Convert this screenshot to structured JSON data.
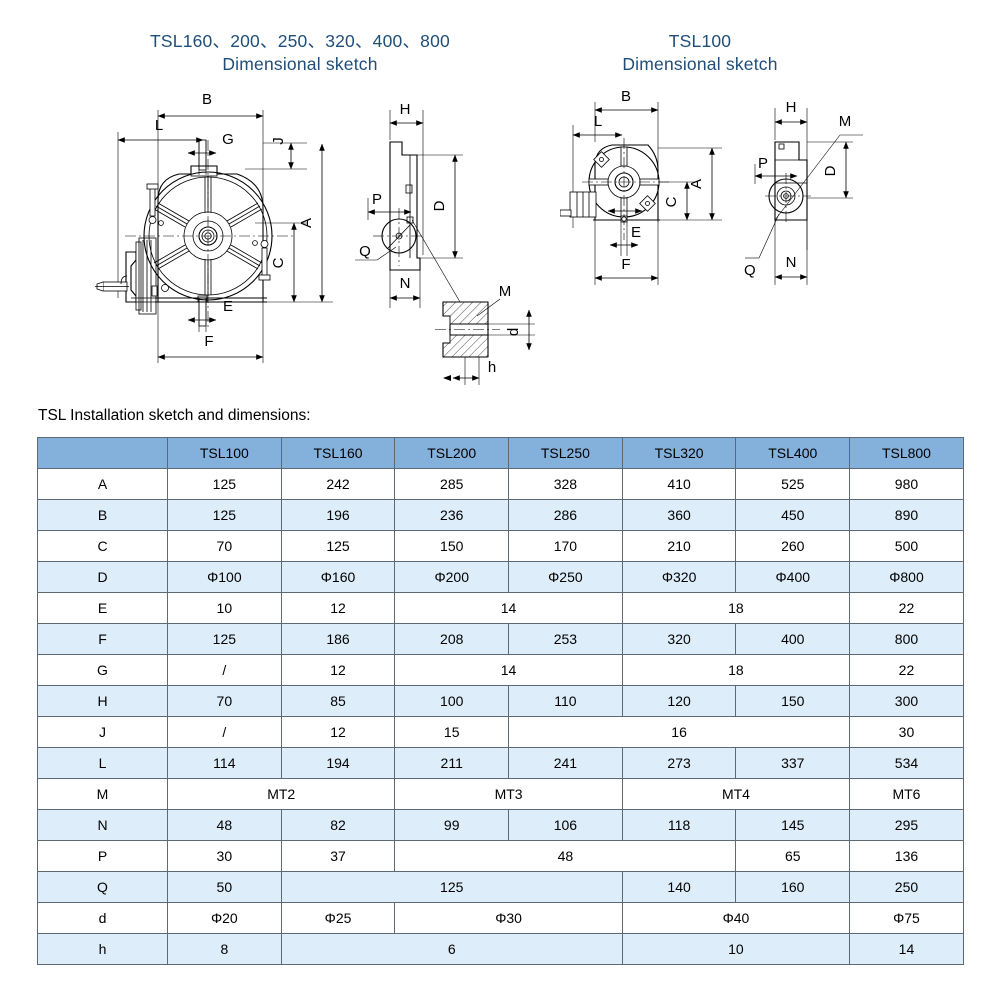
{
  "figures": {
    "left_title_line1": "TSL160、200、250、320、400、800",
    "left_title_line2": "Dimensional sketch",
    "right_title_line1": "TSL100",
    "right_title_line2": "Dimensional sketch",
    "left_front_labels": [
      "B",
      "L",
      "G",
      "J",
      "A",
      "C",
      "E",
      "F"
    ],
    "left_side_labels": [
      "H",
      "P",
      "D",
      "Q",
      "N",
      "M",
      "d",
      "h"
    ],
    "tsl100_front_labels": [
      "B",
      "L",
      "A",
      "C",
      "E",
      "F"
    ],
    "tsl100_side_labels": [
      "H",
      "P",
      "M",
      "D",
      "Q",
      "N"
    ]
  },
  "caption": "TSL Installation sketch and dimensions:",
  "table": {
    "colors": {
      "header_bg": "#84b0dc",
      "row_alt_bg": "#ddeefa",
      "row_bg": "#ffffff",
      "border": "#5d6a73",
      "title": "#1f4e79"
    },
    "headers": [
      "",
      "TSL100",
      "TSL160",
      "TSL200",
      "TSL250",
      "TSL320",
      "TSL400",
      "TSL800"
    ],
    "rows": [
      {
        "label": "A",
        "cells": [
          {
            "v": "125"
          },
          {
            "v": "242"
          },
          {
            "v": "285"
          },
          {
            "v": "328"
          },
          {
            "v": "410"
          },
          {
            "v": "525"
          },
          {
            "v": "980"
          }
        ]
      },
      {
        "label": "B",
        "cells": [
          {
            "v": "125"
          },
          {
            "v": "196"
          },
          {
            "v": "236"
          },
          {
            "v": "286"
          },
          {
            "v": "360"
          },
          {
            "v": "450"
          },
          {
            "v": "890"
          }
        ]
      },
      {
        "label": "C",
        "cells": [
          {
            "v": "70"
          },
          {
            "v": "125"
          },
          {
            "v": "150"
          },
          {
            "v": "170"
          },
          {
            "v": "210"
          },
          {
            "v": "260"
          },
          {
            "v": "500"
          }
        ]
      },
      {
        "label": "D",
        "cells": [
          {
            "v": "Φ100"
          },
          {
            "v": "Φ160"
          },
          {
            "v": "Φ200"
          },
          {
            "v": "Φ250"
          },
          {
            "v": "Φ320"
          },
          {
            "v": "Φ400"
          },
          {
            "v": "Φ800"
          }
        ]
      },
      {
        "label": "E",
        "cells": [
          {
            "v": "10"
          },
          {
            "v": "12"
          },
          {
            "v": "14",
            "span": 2
          },
          {
            "v": "18",
            "span": 2
          },
          {
            "v": "22"
          }
        ]
      },
      {
        "label": "F",
        "cells": [
          {
            "v": "125"
          },
          {
            "v": "186"
          },
          {
            "v": "208"
          },
          {
            "v": "253"
          },
          {
            "v": "320"
          },
          {
            "v": "400"
          },
          {
            "v": "800"
          }
        ]
      },
      {
        "label": "G",
        "cells": [
          {
            "v": "/"
          },
          {
            "v": "12"
          },
          {
            "v": "14",
            "span": 2
          },
          {
            "v": "18",
            "span": 2
          },
          {
            "v": "22"
          }
        ]
      },
      {
        "label": "H",
        "cells": [
          {
            "v": "70"
          },
          {
            "v": "85"
          },
          {
            "v": "100"
          },
          {
            "v": "110"
          },
          {
            "v": "120"
          },
          {
            "v": "150"
          },
          {
            "v": "300"
          }
        ]
      },
      {
        "label": "J",
        "cells": [
          {
            "v": "/"
          },
          {
            "v": "12"
          },
          {
            "v": "15"
          },
          {
            "v": "16",
            "span": 3
          },
          {
            "v": "30"
          }
        ]
      },
      {
        "label": "L",
        "cells": [
          {
            "v": "114"
          },
          {
            "v": "194"
          },
          {
            "v": "211"
          },
          {
            "v": "241"
          },
          {
            "v": "273"
          },
          {
            "v": "337"
          },
          {
            "v": "534"
          }
        ]
      },
      {
        "label": "M",
        "cells": [
          {
            "v": "MT2",
            "span": 2
          },
          {
            "v": "MT3",
            "span": 2
          },
          {
            "v": "MT4",
            "span": 2
          },
          {
            "v": "MT6"
          }
        ]
      },
      {
        "label": "N",
        "cells": [
          {
            "v": "48"
          },
          {
            "v": "82"
          },
          {
            "v": "99"
          },
          {
            "v": "106"
          },
          {
            "v": "118"
          },
          {
            "v": "145"
          },
          {
            "v": "295"
          }
        ]
      },
      {
        "label": "P",
        "cells": [
          {
            "v": "30"
          },
          {
            "v": "37"
          },
          {
            "v": "48",
            "span": 3
          },
          {
            "v": "65"
          },
          {
            "v": "136"
          }
        ]
      },
      {
        "label": "Q",
        "cells": [
          {
            "v": "50"
          },
          {
            "v": "125",
            "span": 3
          },
          {
            "v": "140"
          },
          {
            "v": "160"
          },
          {
            "v": "250"
          }
        ]
      },
      {
        "label": "d",
        "cells": [
          {
            "v": "Φ20"
          },
          {
            "v": "Φ25"
          },
          {
            "v": "Φ30",
            "span": 2
          },
          {
            "v": "Φ40",
            "span": 2
          },
          {
            "v": "Φ75"
          }
        ]
      },
      {
        "label": "h",
        "cells": [
          {
            "v": "8"
          },
          {
            "v": "6",
            "span": 3
          },
          {
            "v": "10",
            "span": 2
          },
          {
            "v": "14"
          }
        ]
      }
    ]
  }
}
